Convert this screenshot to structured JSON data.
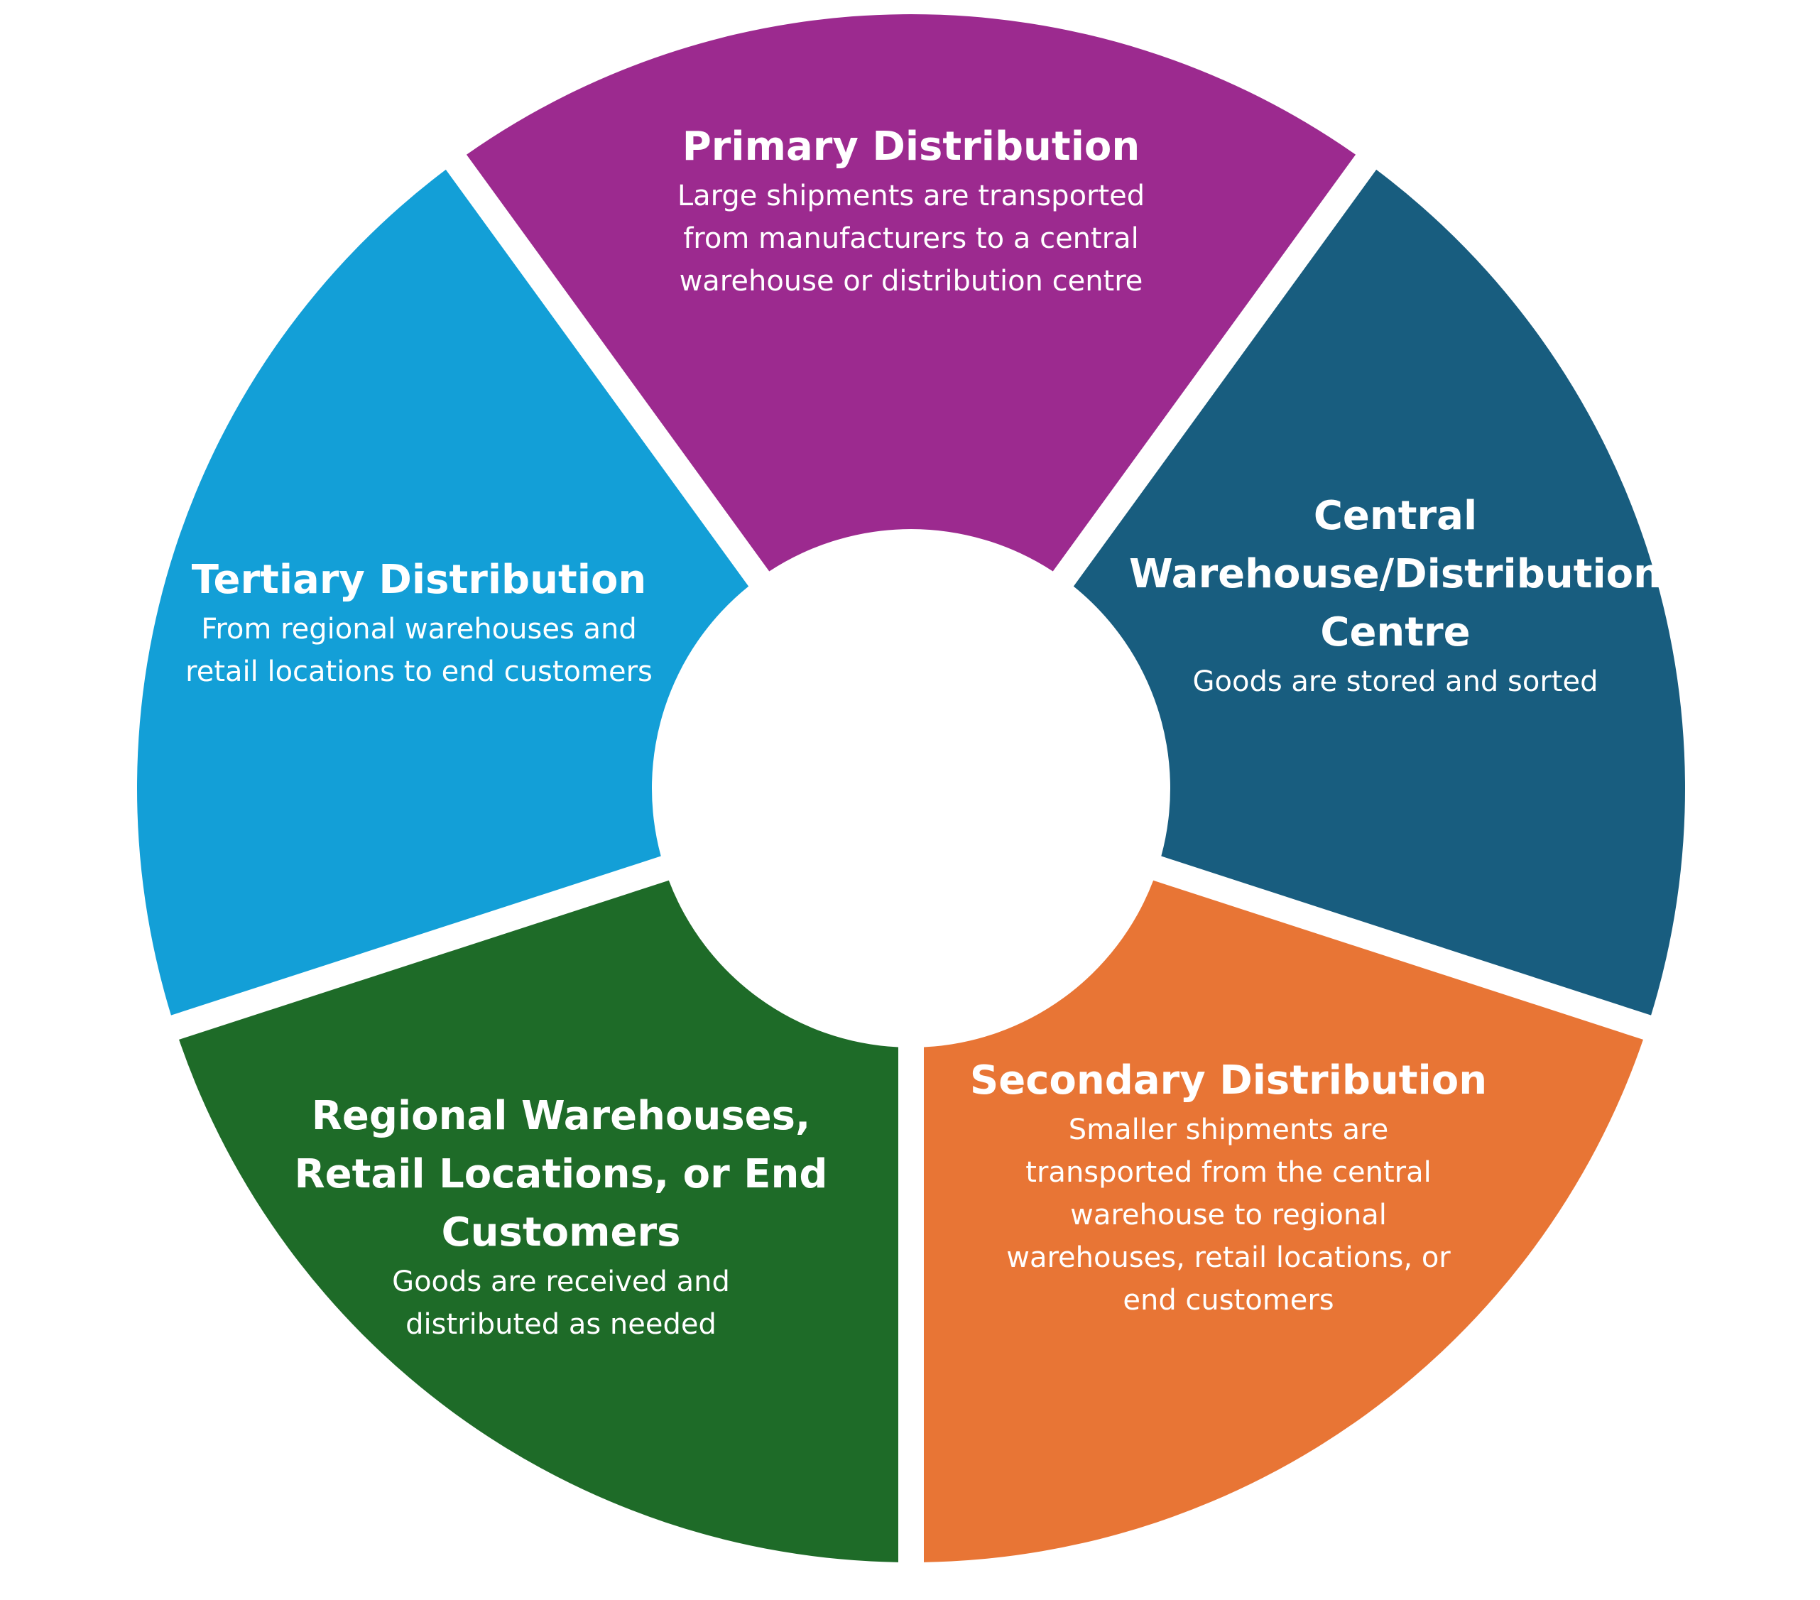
{
  "segments": [
    {
      "id": "primary",
      "color": "#9c2a8f",
      "title": [
        "Primary Distribution"
      ],
      "description": [
        "Large shipments are transported",
        "from manufacturers to a central",
        "warehouse or distribution centre"
      ]
    },
    {
      "id": "central",
      "color": "#185d7f",
      "title": [
        "Central",
        "Warehouse/Distribution",
        "Centre"
      ],
      "description": [
        "Goods are stored and sorted"
      ]
    },
    {
      "id": "secondary",
      "color": "#e87535",
      "title": [
        "Secondary Distribution"
      ],
      "description": [
        "Smaller shipments are",
        "transported from the central",
        "warehouse to regional",
        "warehouses, retail locations, or",
        "end customers"
      ]
    },
    {
      "id": "regional",
      "color": "#1e6b28",
      "title": [
        "Regional Warehouses,",
        "Retail Locations, or End",
        "Customers"
      ],
      "description": [
        "Goods are received and",
        "distributed as needed"
      ]
    },
    {
      "id": "tertiary",
      "color": "#139fd7",
      "title": [
        "Tertiary Distribution"
      ],
      "description": [
        "From regional warehouses and",
        "retail locations to end customers"
      ]
    }
  ]
}
